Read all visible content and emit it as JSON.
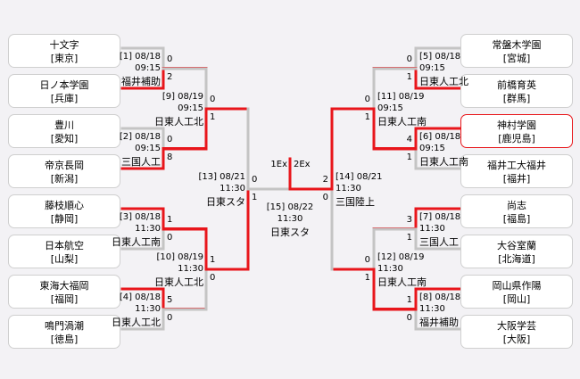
{
  "left_teams": [
    {
      "name": "十文字",
      "pref": "[東京]"
    },
    {
      "name": "日ノ本学園",
      "pref": "[兵庫]"
    },
    {
      "name": "豊川",
      "pref": "[愛知]"
    },
    {
      "name": "帝京長岡",
      "pref": "[新潟]"
    },
    {
      "name": "藤枝順心",
      "pref": "[静岡]"
    },
    {
      "name": "日本航空",
      "pref": "[山梨]"
    },
    {
      "name": "東海大福岡",
      "pref": "[福岡]"
    },
    {
      "name": "鳴門渦潮",
      "pref": "[徳島]"
    }
  ],
  "right_teams": [
    {
      "name": "常盤木学園",
      "pref": "[宮城]"
    },
    {
      "name": "前橋育英",
      "pref": "[群馬]"
    },
    {
      "name": "神村学園",
      "pref": "[鹿児島]",
      "highlight": true
    },
    {
      "name": "福井工大福井",
      "pref": "[福井]"
    },
    {
      "name": "尚志",
      "pref": "[福島]"
    },
    {
      "name": "大谷室蘭",
      "pref": "[北海道]"
    },
    {
      "name": "岡山県作陽",
      "pref": "[岡山]"
    },
    {
      "name": "大阪学芸",
      "pref": "[大阪]"
    }
  ],
  "matches": [
    {
      "no": "[1] 08/18",
      "time": "09:15",
      "venue": "福井補助",
      "scores": [
        "0",
        "2"
      ]
    },
    {
      "no": "[2] 08/18",
      "time": "09:15",
      "venue": "三国人工",
      "scores": [
        "0",
        "8"
      ]
    },
    {
      "no": "[3] 08/18",
      "time": "11:30",
      "venue": "日東人工南",
      "scores": [
        "1",
        "0"
      ]
    },
    {
      "no": "[4] 08/18",
      "time": "11:30",
      "venue": "日東人工北",
      "scores": [
        "5",
        "0"
      ]
    },
    {
      "no": "[5] 08/18",
      "time": "09:15",
      "venue": "日東人工北",
      "scores": [
        "0",
        "1"
      ]
    },
    {
      "no": "[6] 08/18",
      "time": "09:15",
      "venue": "日東人工南",
      "scores": [
        "4",
        "1"
      ]
    },
    {
      "no": "[7] 08/18",
      "time": "11:30",
      "venue": "三国人工",
      "scores": [
        "3",
        "1"
      ]
    },
    {
      "no": "[8] 08/18",
      "time": "11:30",
      "venue": "福井補助",
      "scores": [
        "1",
        "0"
      ]
    },
    {
      "no": "[9] 08/19",
      "time": "09:15",
      "venue": "日東人工北",
      "scores": [
        "0",
        "1"
      ]
    },
    {
      "no": "[10] 08/19",
      "time": "11:30",
      "venue": "日東人工北",
      "scores": [
        "1",
        "0"
      ]
    },
    {
      "no": "[11] 08/19",
      "time": "09:15",
      "venue": "日東人工南",
      "scores": [
        "0",
        "1"
      ]
    },
    {
      "no": "[12] 08/19",
      "time": "11:30",
      "venue": "日東人工南",
      "scores": [
        "0",
        "1"
      ]
    },
    {
      "no": "[13] 08/21",
      "time": "11:30",
      "venue": "日東スタ",
      "scores": [
        "0",
        "1"
      ]
    },
    {
      "no": "[14] 08/21",
      "time": "11:30",
      "venue": "三国陸上",
      "scores": [
        "2",
        "0"
      ]
    },
    {
      "no": "[15] 08/22",
      "time": "11:30",
      "venue": "日東スタ",
      "scores": [
        "1Ex",
        "2Ex"
      ]
    }
  ],
  "colors": {
    "win": "#e8161b",
    "line": "#c4c4c4"
  }
}
